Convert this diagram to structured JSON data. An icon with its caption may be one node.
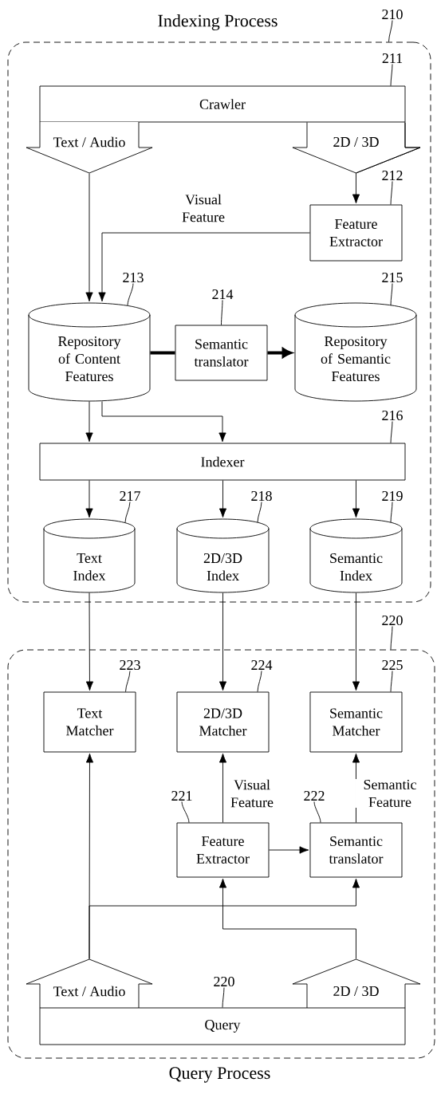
{
  "diagram": {
    "nodes": [
      {
        "text": [
          "Indexing Process"
        ]
      },
      {
        "text": [
          "Crawler"
        ],
        "in": 0
      },
      {
        "text": [
          "Text / Audio"
        ],
        "in": 0
      },
      {
        "text": [
          "Feature Extractor"
        ],
        "in": 0
      },
      {
        "text": [
          "Repository of Content Features"
        ],
        "in": 0
      },
      {
        "text": [
          "Semantic translator"
        ],
        "in": 0
      },
      {
        "text": [
          "Repository of Semantic Features"
        ],
        "in": 0
      },
      {
        "text": [
          "Indexer"
        ],
        "in": 0
      },
      {
        "text": [
          "Text Index"
        ],
        "in": 0
      },
      {
        "text": [
          "2D/3D Index"
        ],
        "in": 0
      },
      {
        "text": [
          "Semantic Index"
        ],
        "in": 0
      },
      {
        "text": [
          "Query Process"
        ]
      },
      {
        "text": [
          "Text Matcher"
        ],
        "in": 11
      },
      {
        "text": [
          "2D/3D Matcher"
        ],
        "in": 11
      },
      {
        "text": [
          "Semantic Matcher"
        ],
        "in": 11
      },
      {
        "text": [
          "Feature Extractor"
        ],
        "in": 11
      },
      {
        "text": [
          "Semantic translator"
        ],
        "in": 11
      },
      {
        "text": [
          "Text / Audio"
        ],
        "in": 11
      },
      {
        "text": [
          "2D / 3D"
        ],
        "in": 11
      },
      {
        "text": [
          "Query"
        ],
        "in": 11
      },
      {
        "text": [
          "210"
        ]
      },
      {
        "text": [
          "211"
        ],
        "in": 0
      },
      {
        "text": [
          "212"
        ],
        "in": 0
      },
      {
        "text": [
          "213"
        ],
        "in": 0
      },
      {
        "text": [
          "214"
        ],
        "in": 0
      },
      {
        "text": [
          "215"
        ],
        "in": 0
      },
      {
        "text": [
          "216"
        ],
        "in": 0
      },
      {
        "text": [
          "217"
        ],
        "in": 0
      },
      {
        "text": [
          "218"
        ],
        "in": 0
      },
      {
        "text": [
          "219"
        ],
        "in": 0
      },
      {
        "text": [
          "220"
        ]
      },
      {
        "text": [
          "223"
        ],
        "in": 11
      },
      {
        "text": [
          "224"
        ],
        "in": 11
      },
      {
        "text": [
          "225"
        ],
        "in": 11
      },
      {
        "text": [
          "221"
        ],
        "in": 11
      },
      {
        "text": [
          "222"
        ],
        "in": 11
      },
      {
        "text": [
          "220"
        ],
        "in": 11
      }
    ],
    "edges": [
      {
        "from": 2,
        "to": 4,
        "arrow": "to"
      },
      {
        "from": 1,
        "to": 3,
        "arrow": "to",
        "label": "2D / 3D"
      },
      {
        "from": 3,
        "to": 4,
        "arrow": "to",
        "label": "Visual Feature"
      },
      {
        "from": 4,
        "to": 5,
        "arrow": "none",
        "style": "thick"
      },
      {
        "from": 5,
        "to": 6,
        "arrow": "to",
        "style": "thick"
      },
      {
        "from": 4,
        "to": 7,
        "arrow": "to"
      },
      {
        "from": 4,
        "to": 7,
        "arrow": "to"
      },
      {
        "from": 7,
        "to": 8,
        "arrow": "to"
      },
      {
        "from": 7,
        "to": 9,
        "arrow": "to"
      },
      {
        "from": 7,
        "to": 10,
        "arrow": "to"
      },
      {
        "from": 8,
        "to": 12,
        "arrow": "to"
      },
      {
        "from": 9,
        "to": 13,
        "arrow": "to"
      },
      {
        "from": 10,
        "to": 14,
        "arrow": "to"
      },
      {
        "from": 17,
        "to": 12,
        "arrow": "to"
      },
      {
        "from": 17,
        "to": 16,
        "arrow": "to"
      },
      {
        "from": 18,
        "to": 15,
        "arrow": "to"
      },
      {
        "from": 15,
        "to": 13,
        "arrow": "to",
        "label": "Visual Feature"
      },
      {
        "from": 15,
        "to": 16,
        "arrow": "to"
      },
      {
        "from": 16,
        "to": 14,
        "arrow": "to",
        "label": "Semantic Feature"
      },
      {
        "from": 20,
        "to": 0,
        "arrow": "none"
      },
      {
        "from": 21,
        "to": 1,
        "arrow": "none"
      },
      {
        "from": 22,
        "to": 3,
        "arrow": "none"
      },
      {
        "from": 23,
        "to": 4,
        "arrow": "none"
      },
      {
        "from": 24,
        "to": 5,
        "arrow": "none"
      },
      {
        "from": 25,
        "to": 6,
        "arrow": "none"
      },
      {
        "from": 26,
        "to": 7,
        "arrow": "none"
      },
      {
        "from": 27,
        "to": 8,
        "arrow": "none"
      },
      {
        "from": 28,
        "to": 9,
        "arrow": "none"
      },
      {
        "from": 29,
        "to": 10,
        "arrow": "none"
      },
      {
        "from": 30,
        "to": 11,
        "arrow": "none"
      },
      {
        "from": 31,
        "to": 12,
        "arrow": "none"
      },
      {
        "from": 32,
        "to": 13,
        "arrow": "none"
      },
      {
        "from": 33,
        "to": 14,
        "arrow": "none"
      },
      {
        "from": 34,
        "to": 15,
        "arrow": "none"
      },
      {
        "from": 35,
        "to": 16,
        "arrow": "none"
      },
      {
        "from": 36,
        "to": 19,
        "arrow": "none"
      }
    ]
  }
}
